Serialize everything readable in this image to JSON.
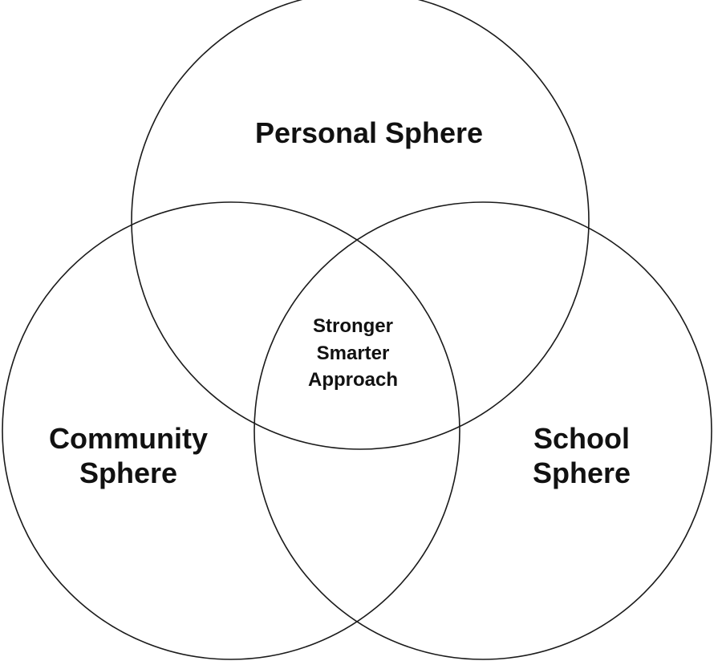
{
  "diagram": {
    "spheres": [
      {
        "id": "personal",
        "lines": [
          "Personal Sphere"
        ]
      },
      {
        "id": "community",
        "lines": [
          "Community",
          "Sphere"
        ]
      },
      {
        "id": "school",
        "lines": [
          "School",
          "Sphere"
        ]
      }
    ],
    "center": {
      "lines": [
        "Stronger",
        "Smarter",
        "Approach"
      ]
    },
    "colors": {
      "stroke": "#1a1a1a",
      "text": "#111111",
      "background": "#ffffff"
    }
  }
}
